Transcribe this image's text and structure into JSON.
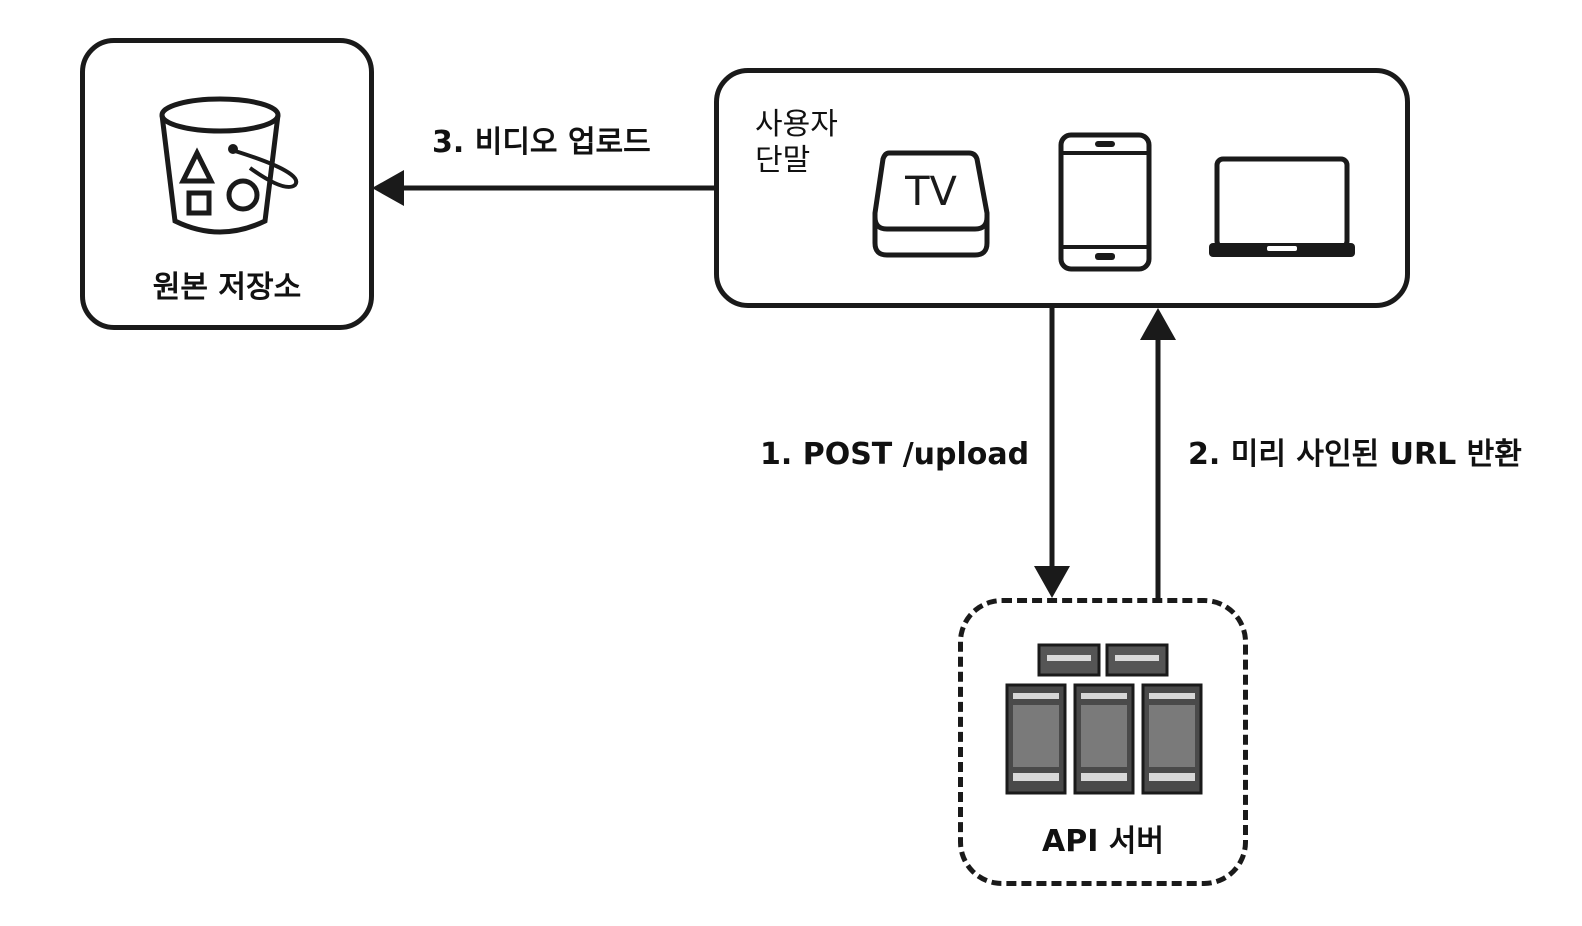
{
  "nodes": {
    "origin_storage": {
      "label": "원본 저장소"
    },
    "user_devices": {
      "label_line1": "사용자",
      "label_line2": "단말",
      "tv_text": "TV"
    },
    "api_server": {
      "label": "API 서버"
    }
  },
  "edges": [
    {
      "id": "upload_request",
      "label": "1. POST /upload"
    },
    {
      "id": "presigned_url_return",
      "label": "2. 미리 사인된 URL 반환"
    },
    {
      "id": "video_upload",
      "label": "3. 비디오 업로드"
    }
  ]
}
